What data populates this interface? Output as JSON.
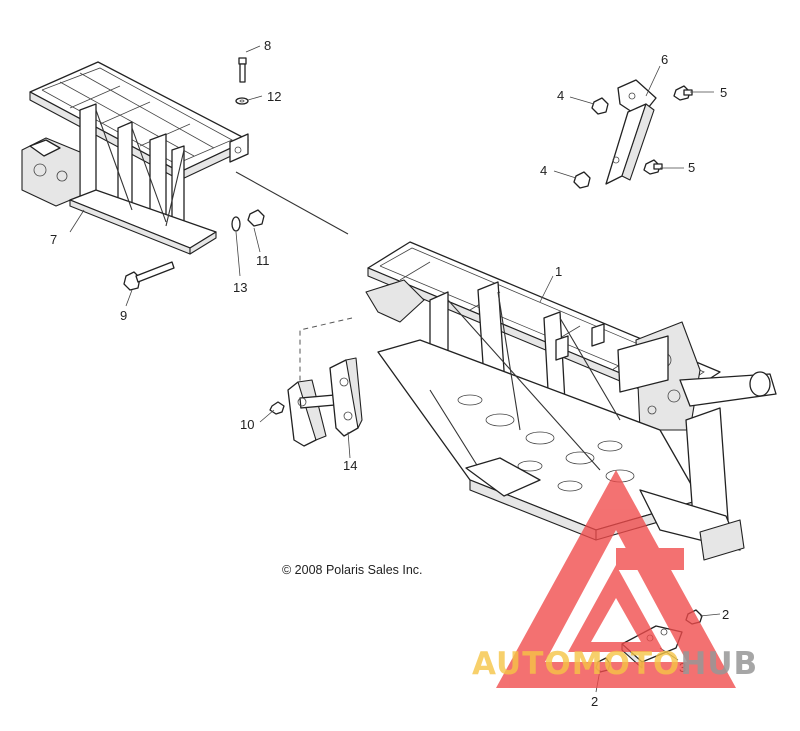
{
  "callouts": {
    "c1": "1",
    "c2a": "2",
    "c2b": "2",
    "c3": "3",
    "c4a": "4",
    "c4b": "4",
    "c5a": "5",
    "c5b": "5",
    "c6": "6",
    "c7": "7",
    "c8": "8",
    "c9": "9",
    "c10": "10",
    "c11": "11",
    "c12": "12",
    "c13": "13",
    "c14": "14"
  },
  "copyright": "© 2008 Polaris Sales Inc.",
  "watermark": {
    "part1": "AUTOMOTO",
    "part2": "HUB",
    "colors": {
      "triangle": "#f04a4a",
      "text_gold": "#f5c446",
      "text_gray": "#969696"
    }
  }
}
